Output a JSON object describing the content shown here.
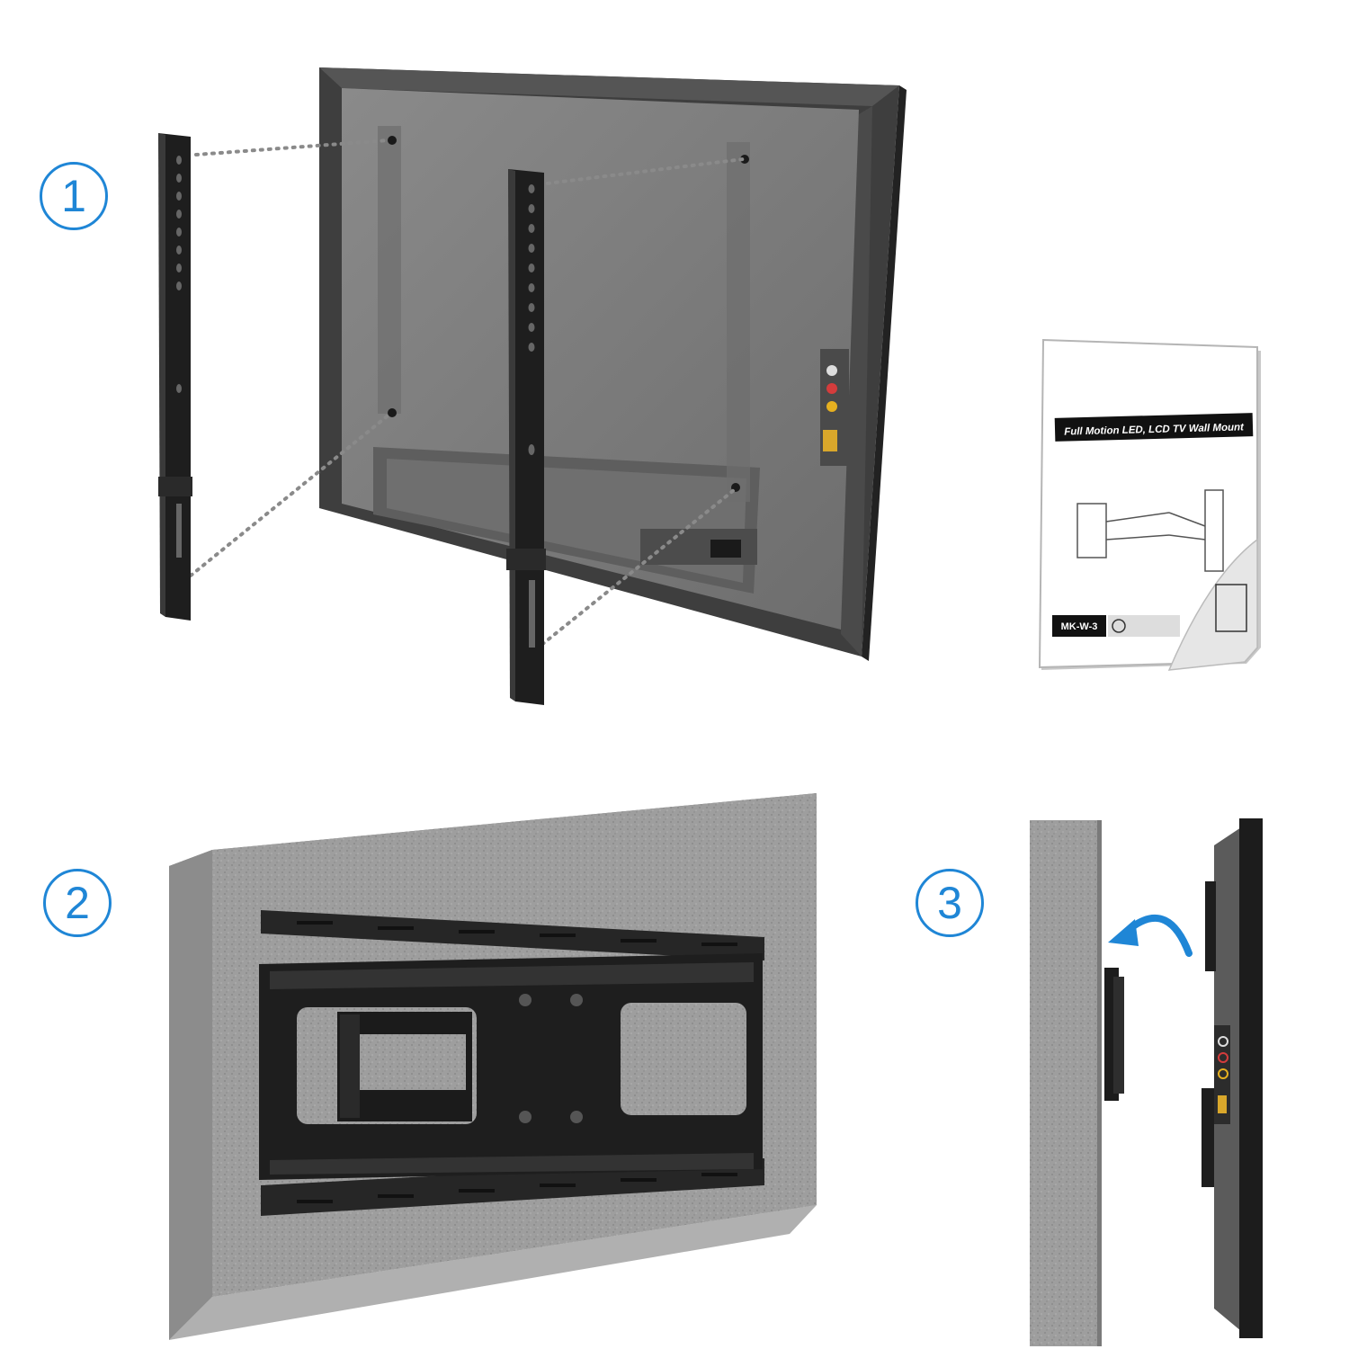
{
  "steps": {
    "step1": "1",
    "step2": "2",
    "step3": "3"
  },
  "manual": {
    "title": "Full Motion LED, LCD TV Wall Mount",
    "model": "MK-W-3"
  },
  "colors": {
    "accent": "#1f86d6",
    "tv_back": "#7b7b7b",
    "tv_frame": "#3a3a3a",
    "bracket": "#1f1f1f",
    "wall": "#9c9c9c",
    "arrow": "#1f86d6"
  },
  "icons": {
    "arrow": "curved-arrow-icon",
    "tv": "tv-back-icon",
    "manual": "manual-booklet-icon"
  }
}
